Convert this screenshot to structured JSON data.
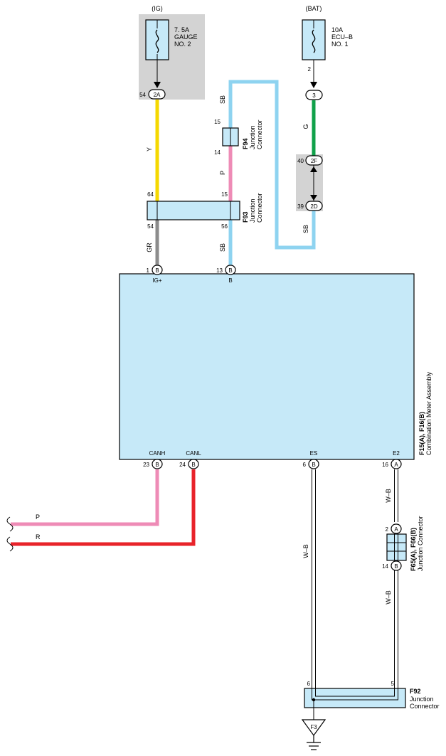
{
  "colors": {
    "yellow": "#f5d800",
    "skyblue": "#8ed3f0",
    "pink": "#ee8bb6",
    "green": "#10a14a",
    "gray": "#8c8c8c",
    "red": "#e8232a",
    "component_fill": "#c6e9f8",
    "fuse_box_fill": "#d3d3d3"
  },
  "fuse_ig": {
    "header": "(IG)",
    "name_line1": "7. 5A",
    "name_line2": "GAUGE",
    "name_line3": "NO. 2",
    "out_pin": "54",
    "connector": "2A"
  },
  "fuse_bat": {
    "header": "(BAT)",
    "name_line1": "10A",
    "name_line2": "ECU–B",
    "name_line3": "NO. 1",
    "out_pin": "2",
    "connector": "3"
  },
  "wires": {
    "y": "Y",
    "sb_top": "SB",
    "p": "P",
    "g": "G",
    "sb_right": "SB",
    "gr": "GR",
    "sb_bottom": "SB",
    "wb_es": "W–B",
    "wb_e2_top": "W–B",
    "wb_e2_bot": "W–B",
    "can_p": "P",
    "can_r": "R"
  },
  "f94": {
    "id": "F94",
    "name_line1": "Junction",
    "name_line2": "Connector",
    "pin_top": "15",
    "pin_bottom": "14"
  },
  "f93": {
    "id": "F93",
    "name_line1": "Junction",
    "name_line2": "Connector",
    "pin_tl": "64",
    "pin_tr": "15",
    "pin_bl": "54",
    "pin_br": "56"
  },
  "junction_2f2d": {
    "pin_top": "40",
    "conn_top": "2F",
    "pin_bottom": "39",
    "conn_bottom": "2D"
  },
  "meter": {
    "id": "F15(A), F16(B)",
    "name": "Combination Meter Assembly",
    "pin_igp": "1",
    "conn_igp": "B",
    "label_igp": "IG+",
    "pin_b": "13",
    "conn_b": "B",
    "label_b": "B",
    "pin_canh": "23",
    "conn_canh": "B",
    "label_canh": "CANH",
    "pin_canl": "24",
    "conn_canl": "B",
    "label_canl": "CANL",
    "pin_es": "6",
    "conn_es": "B",
    "label_es": "ES",
    "pin_e2": "16",
    "conn_e2": "A",
    "label_e2": "E2"
  },
  "f65": {
    "id": "F65(A), F66(B)",
    "name": "Junction Connector",
    "pin_top": "2",
    "conn_top": "A",
    "pin_bottom": "14",
    "conn_bottom": "B"
  },
  "f92": {
    "id": "F92",
    "name_line1": "Junction",
    "name_line2": "Connector",
    "pin_left": "6",
    "pin_right": "5"
  },
  "ground": {
    "id": "F3"
  }
}
